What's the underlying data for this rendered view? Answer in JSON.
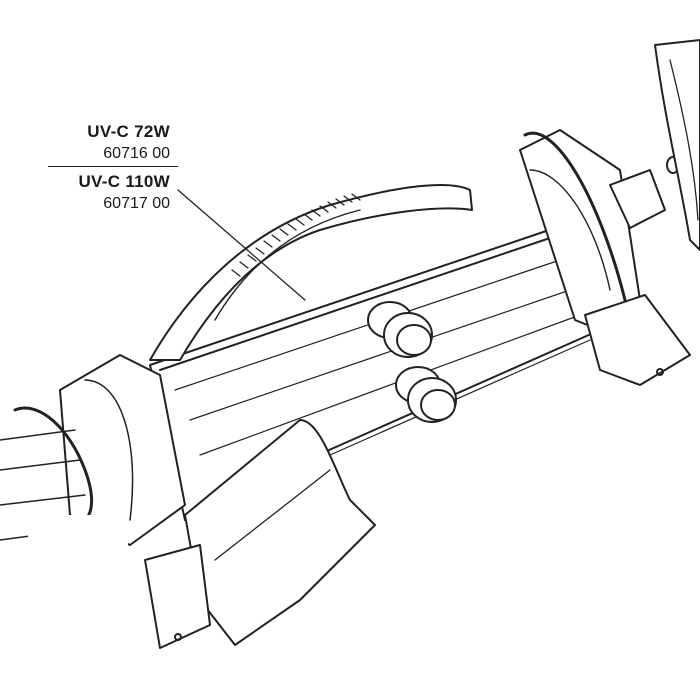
{
  "parts": [
    {
      "model": "UV-C 72W",
      "code": "60716 00"
    },
    {
      "model": "UV-C 110W",
      "code": "60717 00"
    }
  ],
  "colors": {
    "line": "#222222",
    "background": "#ffffff",
    "cover_box": "#ffffff"
  }
}
